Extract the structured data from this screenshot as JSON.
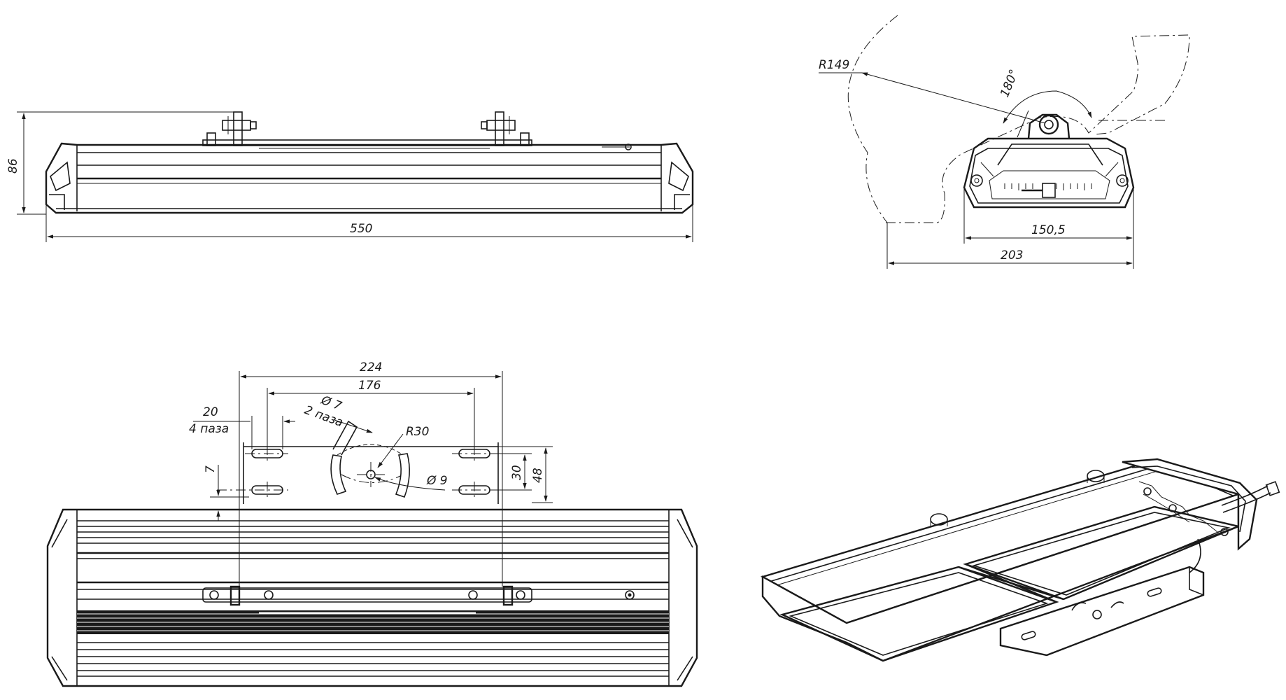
{
  "views": {
    "side": {
      "dims": {
        "length": "550",
        "height": "86"
      }
    },
    "end": {
      "dims": {
        "radius": "R149",
        "angle": "180°",
        "body_width": "150,5",
        "overall_width": "203"
      }
    },
    "bracket": {
      "dims": {
        "outer": "224",
        "inner": "176",
        "slot": "20",
        "slot_note": "4 паза",
        "hole_small": "Ø 7",
        "hole_small_note": "2 паза",
        "radius": "R30",
        "hole_center": "Ø 9",
        "gap": "7",
        "pitch": "30",
        "height": "48"
      }
    }
  },
  "colors": {
    "line": "#1a1a1a",
    "background": "#ffffff"
  }
}
